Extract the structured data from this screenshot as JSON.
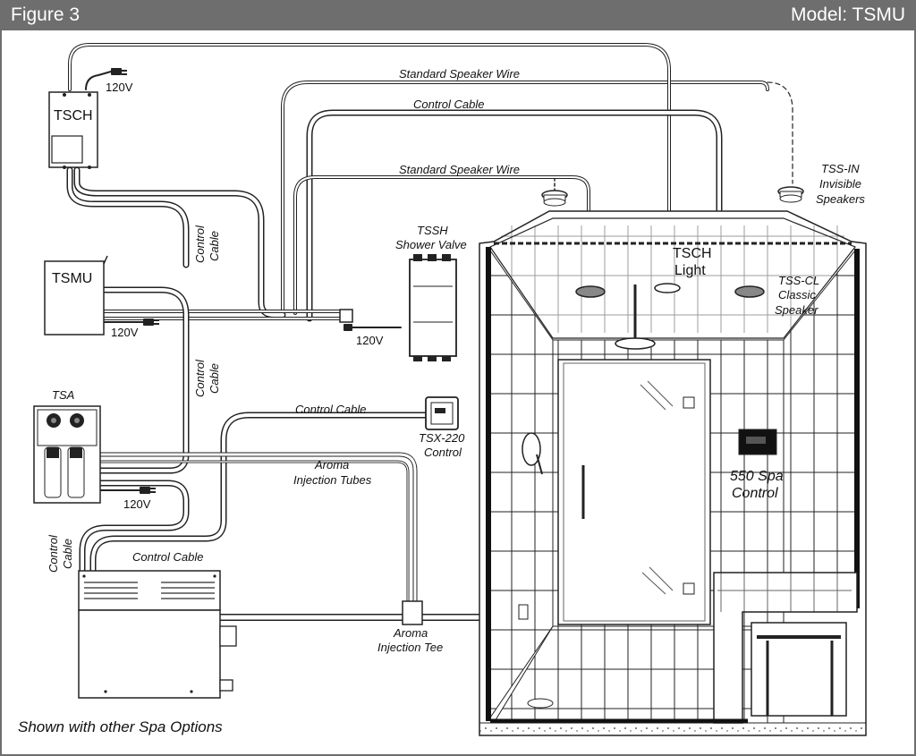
{
  "header": {
    "figure": "Figure 3",
    "model": "Model: TSMU"
  },
  "labels": {
    "tsch": "TSCH",
    "tsmu": "TSMU",
    "tsa": "TSA",
    "v120_a": "120V",
    "v120_b": "120V",
    "v120_c": "120V",
    "v120_d": "120V",
    "std_wire_top": "Standard Speaker Wire",
    "control_cable_top": "Control Cable",
    "std_wire_mid": "Standard Speaker Wire",
    "control_cable_v1a": "Control",
    "control_cable_v1b": "Cable",
    "control_cable_v2a": "Control",
    "control_cable_v2b": "Cable",
    "control_cable_v3a": "Control",
    "control_cable_v3b": "Cable",
    "control_cable_mid": "Control Cable",
    "control_cable_gen": "Control Cable",
    "tssh_1": "TSSH",
    "tssh_2": "Shower Valve",
    "tssin_1": "TSS-IN",
    "tssin_2": "Invisible",
    "tssin_3": "Speakers",
    "tsch_light_1": "TSCH",
    "tsch_light_2": "Light",
    "tsscl_1": "TSS-CL",
    "tsscl_2": "Classic",
    "tsscl_3": "Speaker",
    "tsx_1": "TSX-220",
    "tsx_2": "Control",
    "aroma_tubes_1": "Aroma",
    "aroma_tubes_2": "Injection Tubes",
    "spa_control_1": "550 Spa",
    "spa_control_2": "Control",
    "aroma_tee_1": "Aroma",
    "aroma_tee_2": "Injection Tee",
    "footer": "Shown with other Spa Options"
  }
}
